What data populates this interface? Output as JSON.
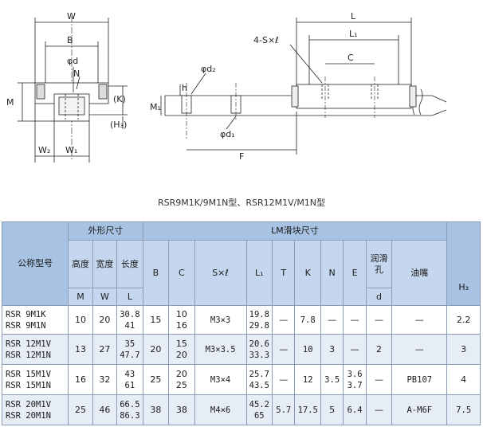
{
  "drawing": {
    "labels": {
      "W": "W",
      "B": "B",
      "phi_d": "φd",
      "N": "N",
      "M": "M",
      "K": "(K)",
      "H3": "(H₃)",
      "W2": "W₂",
      "W1": "W₁",
      "h": "h",
      "phi_d2": "φd₂",
      "M1": "M₁",
      "phi_d1": "φd₁",
      "F": "F",
      "L": "L",
      "L1": "L₁",
      "C": "C",
      "S_l": "4-S×ℓ"
    }
  },
  "caption": "RSR9M1K/9M1N型、RSR12M1V/M1N型",
  "table": {
    "header": {
      "model": "公称型号",
      "outer": "外形尺寸",
      "block": "LM滑块尺寸",
      "height": "高度",
      "width": "宽度",
      "length": "长度",
      "lube_hole": "润滑孔",
      "nipple": "油嘴",
      "sym": {
        "M": "M",
        "W": "W",
        "L": "L",
        "B": "B",
        "C": "C",
        "S": "S×ℓ",
        "L1": "L₁",
        "T": "T",
        "K": "K",
        "N": "N",
        "E": "E",
        "d": "d",
        "H3": "H₃"
      }
    },
    "rows": [
      {
        "model": "RSR 9M1K\nRSR 9M1N",
        "M": "10",
        "W": "20",
        "L": "30.8\n41",
        "B": "15",
        "C": "10\n16",
        "S": "M3×3",
        "L1": "19.8\n29.8",
        "T": "—",
        "K": "7.8",
        "N": "—",
        "E": "—",
        "d": "—",
        "nipple": "—",
        "H3": "2.2"
      },
      {
        "model": "RSR 12M1V\nRSR 12M1N",
        "M": "13",
        "W": "27",
        "L": "35\n47.7",
        "B": "20",
        "C": "15\n20",
        "S": "M3×3.5",
        "L1": "20.6\n33.3",
        "T": "—",
        "K": "10",
        "N": "3",
        "E": "—",
        "d": "2",
        "nipple": "—",
        "H3": "3"
      },
      {
        "model": "RSR 15M1V\nRSR 15M1N",
        "M": "16",
        "W": "32",
        "L": "43\n61",
        "B": "25",
        "C": "20\n25",
        "S": "M3×4",
        "L1": "25.7\n43.5",
        "T": "—",
        "K": "12",
        "N": "3.5",
        "E": "3.6\n3.7",
        "d": "—",
        "nipple": "PB107",
        "H3": "4"
      },
      {
        "model": "RSR 20M1V\nRSR 20M1N",
        "M": "25",
        "W": "46",
        "L": "66.5\n86.3",
        "B": "38",
        "C": "38",
        "S": "M4×6",
        "L1": "45.2\n65",
        "T": "5.7",
        "K": "17.5",
        "N": "5",
        "E": "6.4",
        "d": "—",
        "nipple": "A-M6F",
        "H3": "7.5"
      }
    ]
  }
}
